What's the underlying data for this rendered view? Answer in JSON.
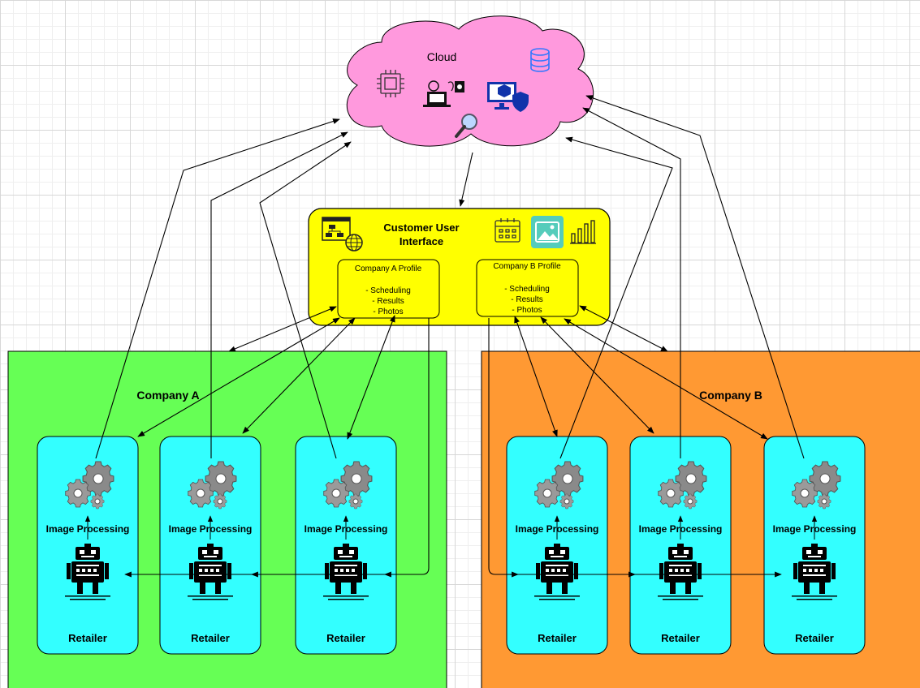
{
  "cloud": {
    "label": "Cloud",
    "fill": "#ff99dd",
    "icons": [
      "cpu-chip-icon",
      "computer-network-icon",
      "database-icon",
      "monitor-shield-icon",
      "search-magnifier-icon"
    ]
  },
  "ui_panel": {
    "title_line1": "Customer User",
    "title_line2": "Interface",
    "fill": "#ffff00",
    "icons": [
      "web-sitemap-icon",
      "calendar-icon",
      "image-icon",
      "bar-chart-icon"
    ],
    "profiles": [
      {
        "title": "Company A Profile",
        "items": [
          "- Scheduling",
          "- Results",
          "- Photos"
        ]
      },
      {
        "title": "Company B Profile",
        "items": [
          "- Scheduling",
          "- Results",
          "- Photos"
        ]
      }
    ]
  },
  "companies": [
    {
      "label": "Company A",
      "fill": "#66ff55"
    },
    {
      "label": "Company B",
      "fill": "#ff9933"
    }
  ],
  "retailers": [
    {
      "processing_label": "Image Processing",
      "label": "Retailer"
    },
    {
      "processing_label": "Image Processing",
      "label": "Retailer"
    },
    {
      "processing_label": "Image Processing",
      "label": "Retailer"
    },
    {
      "processing_label": "Image Processing",
      "label": "Retailer"
    },
    {
      "processing_label": "Image Processing",
      "label": "Retailer"
    },
    {
      "processing_label": "Image Processing",
      "label": "Retailer"
    }
  ],
  "colors": {
    "retailer_fill": "#33ffff",
    "stroke": "#000000"
  }
}
